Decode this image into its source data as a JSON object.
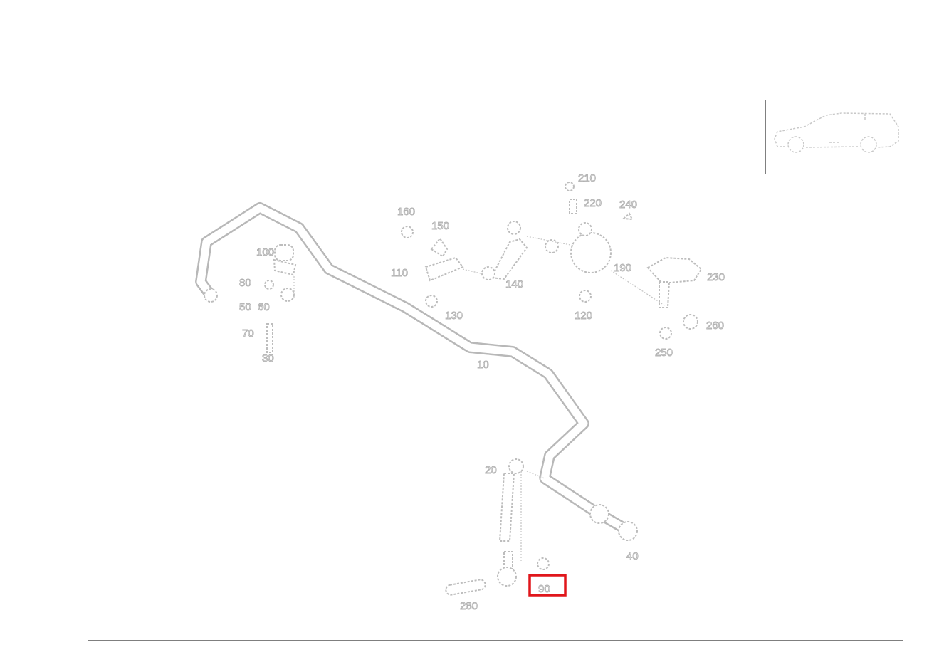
{
  "diagram": {
    "callouts": {
      "c10": "10",
      "c20": "20",
      "c30": "30",
      "c40": "40",
      "c50": "50",
      "c60": "60",
      "c70": "70",
      "c80": "80",
      "c90": "90",
      "c100": "100",
      "c110": "110",
      "c120": "120",
      "c130": "130",
      "c140": "140",
      "c150": "150",
      "c160": "160",
      "c190": "190",
      "c210": "210",
      "c220": "220",
      "c230": "230",
      "c240": "240",
      "c250": "250",
      "c260": "260",
      "c280": "280"
    },
    "highlighted_callout": "90"
  }
}
